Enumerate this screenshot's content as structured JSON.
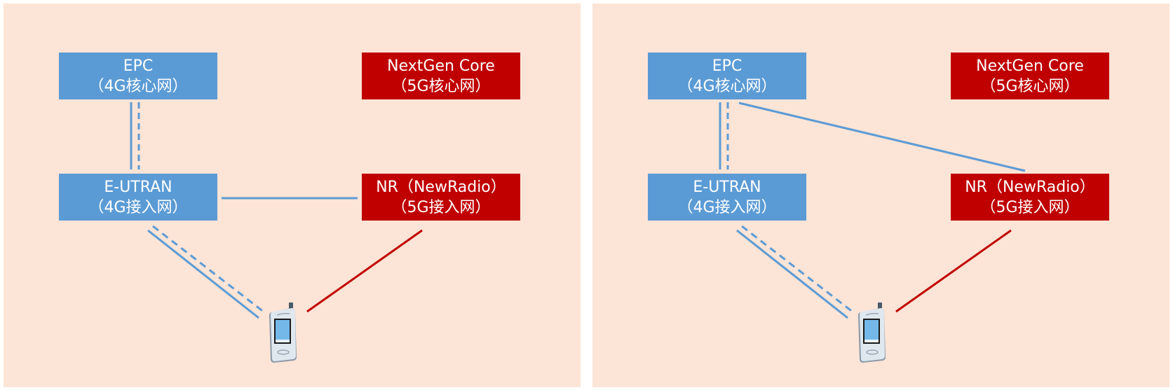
{
  "colors": {
    "background": "#fce4d6",
    "core_4g": "#5b9bd5",
    "core_5g": "#c00000",
    "link_4g": "#5b9bd5",
    "link_5g": "#c00000"
  },
  "panels": [
    {
      "id": "left",
      "nodes": {
        "epc": {
          "line1": "EPC",
          "line2": "（4G核心网）"
        },
        "nextgen_core": {
          "line1": "NextGen Core",
          "line2": "（5G核心网）"
        },
        "eutran": {
          "line1": "E-UTRAN",
          "line2": "（4G接入网）"
        },
        "nr": {
          "line1": "NR（NewRadio）",
          "line2": "（5G接入网）"
        }
      },
      "links": [
        {
          "from": "epc",
          "to": "eutran",
          "style": "solid+dashed",
          "color": "link_4g"
        },
        {
          "from": "eutran",
          "to": "nr",
          "style": "solid",
          "color": "link_4g"
        },
        {
          "from": "eutran",
          "to": "ue",
          "style": "solid+dashed",
          "color": "link_4g"
        },
        {
          "from": "nr",
          "to": "ue",
          "style": "solid",
          "color": "link_5g"
        }
      ],
      "ue": "mobile-phone-icon"
    },
    {
      "id": "right",
      "nodes": {
        "epc": {
          "line1": "EPC",
          "line2": "（4G核心网）"
        },
        "nextgen_core": {
          "line1": "NextGen Core",
          "line2": "（5G核心网）"
        },
        "eutran": {
          "line1": "E-UTRAN",
          "line2": "（4G接入网）"
        },
        "nr": {
          "line1": "NR（NewRadio）",
          "line2": "（5G接入网）"
        }
      },
      "links": [
        {
          "from": "epc",
          "to": "eutran",
          "style": "solid+dashed",
          "color": "link_4g"
        },
        {
          "from": "epc",
          "to": "nr",
          "style": "solid",
          "color": "link_4g"
        },
        {
          "from": "eutran",
          "to": "ue",
          "style": "solid+dashed",
          "color": "link_4g"
        },
        {
          "from": "nr",
          "to": "ue",
          "style": "solid",
          "color": "link_5g"
        }
      ],
      "ue": "mobile-phone-icon"
    }
  ]
}
